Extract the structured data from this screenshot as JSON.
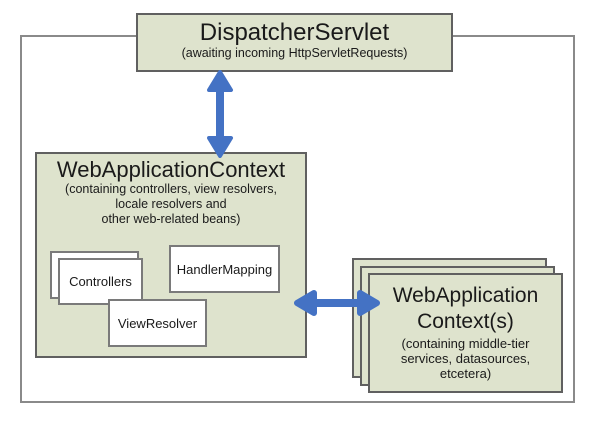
{
  "colors": {
    "box_fill": "#dee3cd",
    "box_border": "#606060",
    "white_box_border": "#7a7a7a",
    "outer_frame_border": "#8a8a8a",
    "arrow_blue": "#4472c4"
  },
  "dispatcher": {
    "title": "DispatcherServlet",
    "subtitle": "(awaiting incoming HttpServletRequests)"
  },
  "web_application_context": {
    "title": "WebApplicationContext",
    "subtitle_lines": [
      "(containing controllers, view resolvers,",
      "locale resolvers and",
      "other web-related beans)"
    ],
    "beans": {
      "controllers": "Controllers",
      "handler_mapping": "HandlerMapping",
      "view_resolver": "ViewResolver"
    }
  },
  "middle_tier_contexts": {
    "title_line1": "WebApplication",
    "title_line2": "Context(s)",
    "subtitle_lines": [
      "(containing middle-tier",
      "services, datasources,",
      "etcetera)"
    ]
  },
  "icons": {
    "vertical_arrow": "double-headed-arrow-vertical",
    "horizontal_arrow": "double-headed-arrow-horizontal"
  }
}
